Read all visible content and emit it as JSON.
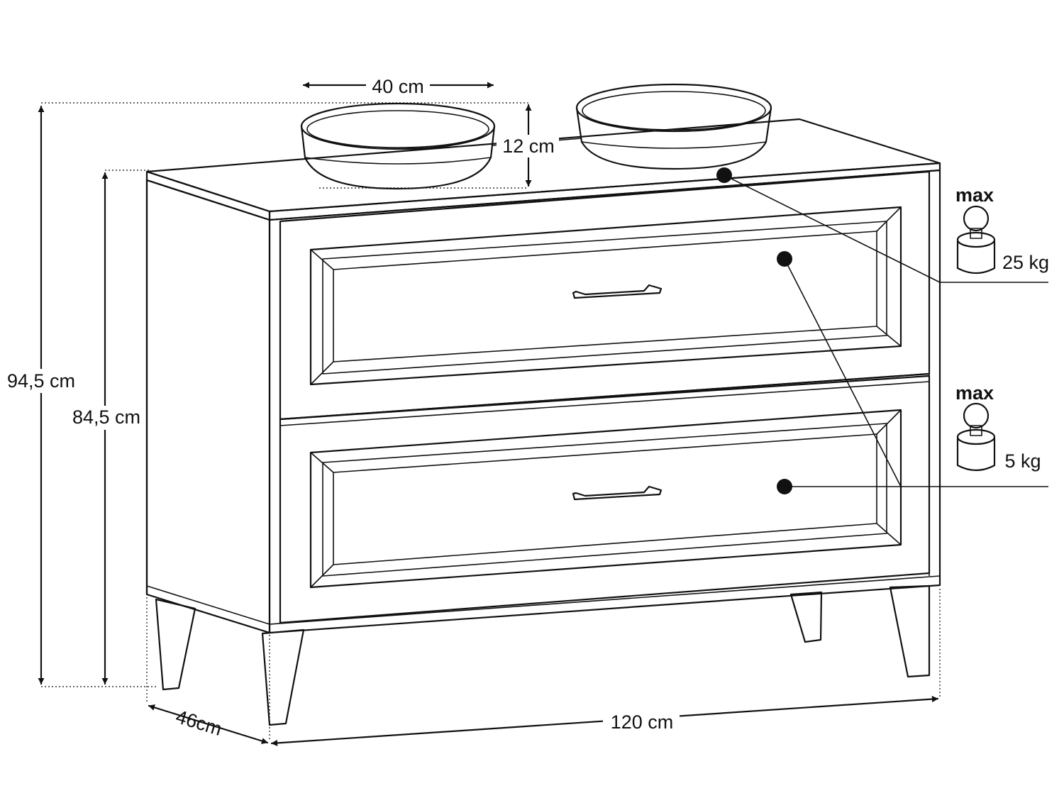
{
  "dimensions": {
    "basin_width": "40 cm",
    "basin_height": "12 cm",
    "total_height": "94,5 cm",
    "cabinet_height": "84,5 cm",
    "depth": "46cm",
    "width": "120 cm"
  },
  "load_limits": [
    {
      "label": "max",
      "value": "25 kg"
    },
    {
      "label": "max",
      "value": "5 kg"
    }
  ]
}
